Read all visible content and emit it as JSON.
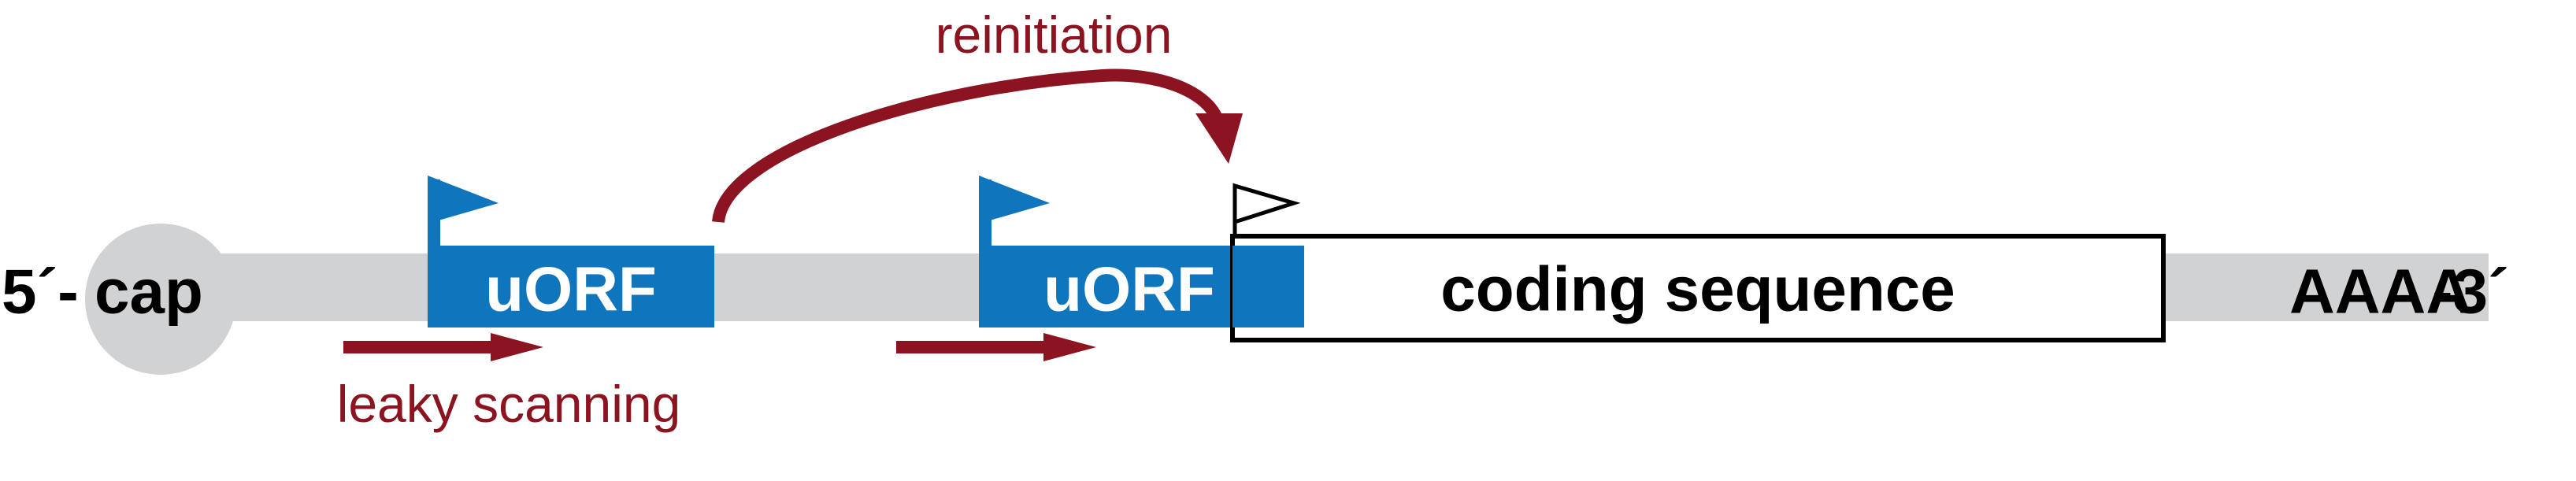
{
  "labels": {
    "five_prime": "5´-",
    "cap": "cap",
    "uorf_1": "uORF",
    "uorf_2": "uORF",
    "coding_sequence": "coding sequence",
    "poly_a": "AAAA",
    "three_prime": "-3´",
    "reinitiation": "reinitiation",
    "leaky_scanning": "leaky scanning"
  },
  "colors": {
    "mrna_strand": "#d1d2d4",
    "cap": "#d1d2d4",
    "uorf_fill": "#0f76bd",
    "uorf_text": "#ffffff",
    "start_flag": "#0f76bd",
    "arrow": "#8c1420",
    "annotation_text": "#8c1420",
    "label_text": "#000000",
    "cds_fill": "#ffffff",
    "cds_border": "#000000"
  },
  "icons": {
    "uorf_start_1": "flag-icon",
    "uorf_start_2": "flag-icon",
    "cds_start": "flag-outline-icon",
    "leaky_arrow_1": "arrow-right-icon",
    "leaky_arrow_2": "arrow-right-icon",
    "reinitiation_arrow": "curved-arrow-icon"
  }
}
